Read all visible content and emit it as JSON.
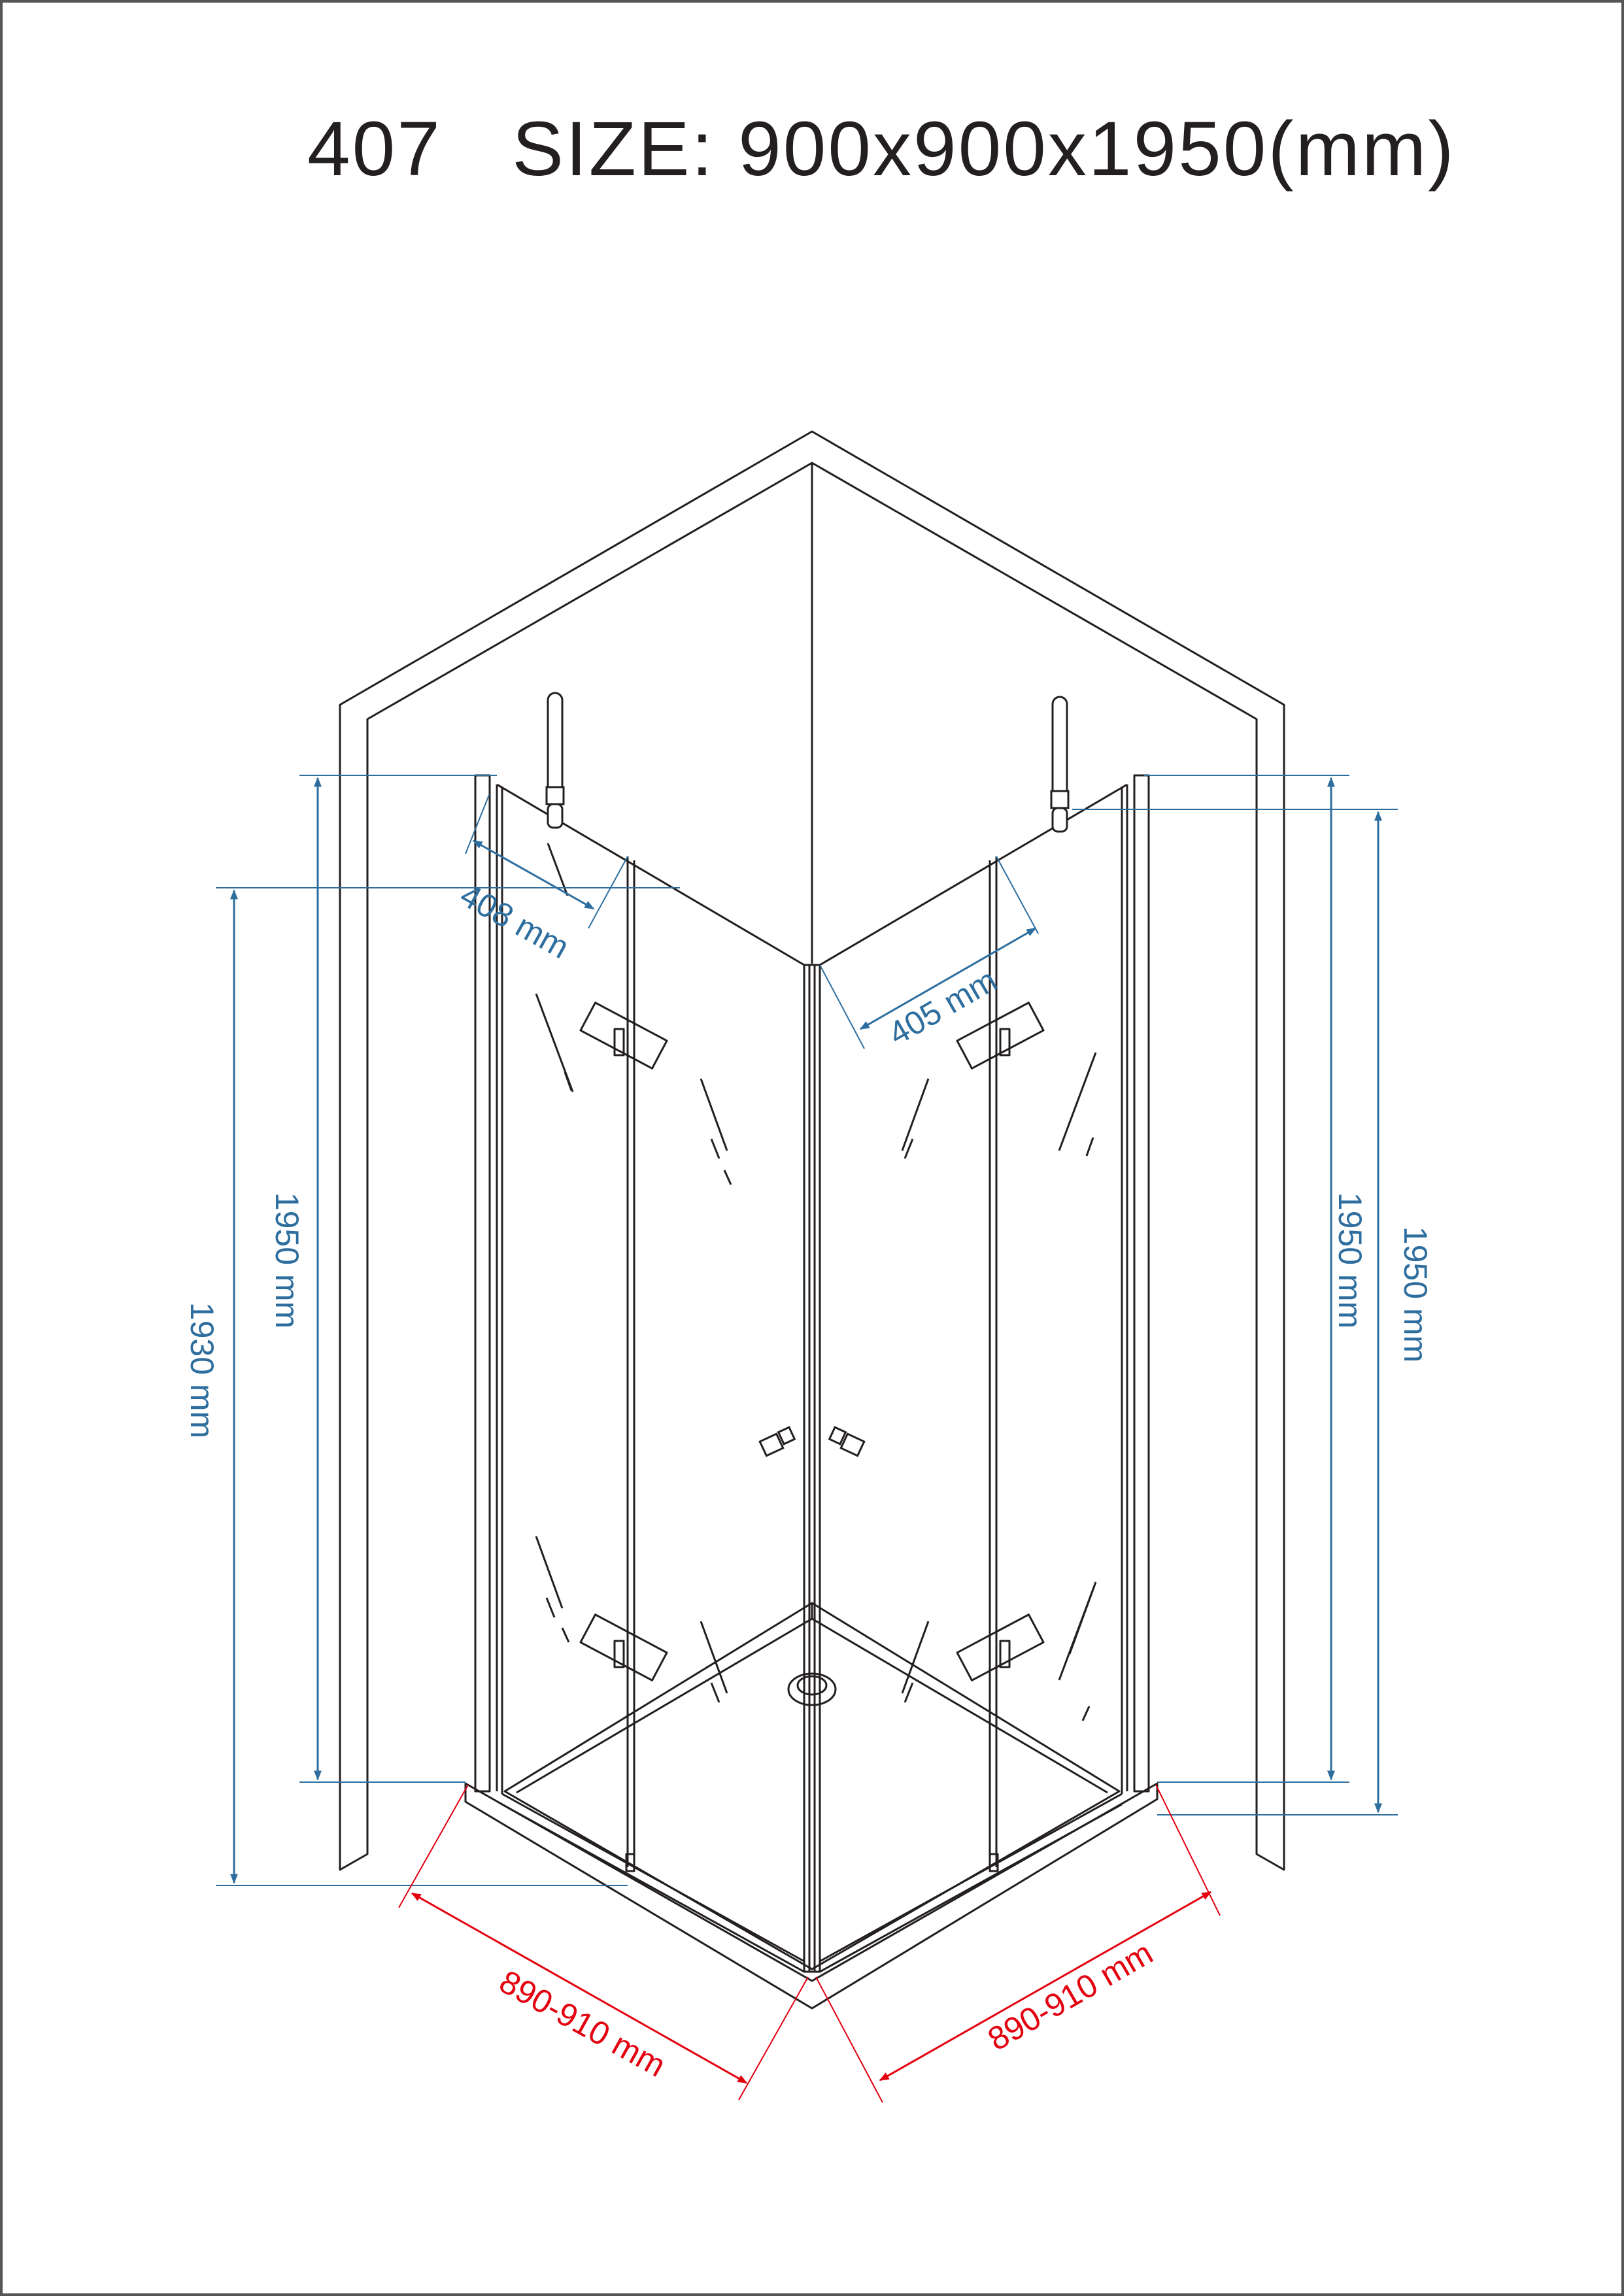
{
  "title": {
    "model": "407",
    "size_label": "SIZE:",
    "size_value": "900x900x1950(mm)"
  },
  "colors": {
    "outline": "#231f20",
    "dimension_blue": "#2e6e9e",
    "dimension_red": "#e3000f"
  },
  "dimensions": {
    "door_left": "408 mm",
    "door_right": "405 mm",
    "height_outer_left": "1930 mm",
    "height_inner_left": "1950 mm",
    "height_inner_right": "1950 mm",
    "height_outer_right": "1950 mm",
    "width_left": "890-910 mm",
    "width_right": "890-910 mm"
  }
}
